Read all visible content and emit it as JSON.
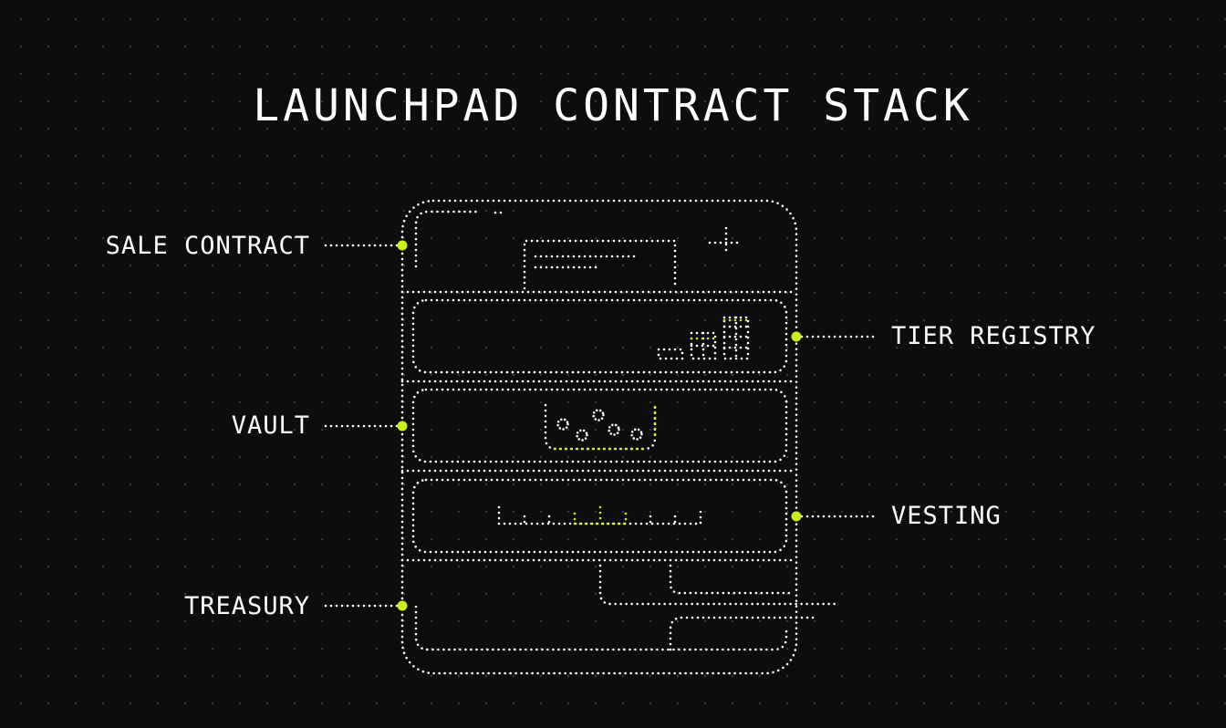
{
  "title": "LAUNCHPAD CONTRACT STACK",
  "colors": {
    "background": "#0d0d0d",
    "line": "#ffffff",
    "accent": "#c8f01e"
  },
  "labels": {
    "sale_contract": "SALE CONTRACT",
    "tier_registry": "TIER REGISTRY",
    "vault": "VAULT",
    "vesting": "VESTING",
    "treasury": "TREASURY"
  },
  "icons": {
    "sale": "document-icon",
    "tiers": "tier-bars-icon",
    "vault": "coin-bowl-icon",
    "vesting": "timeline-icon",
    "treasury": "pipes-icon"
  }
}
